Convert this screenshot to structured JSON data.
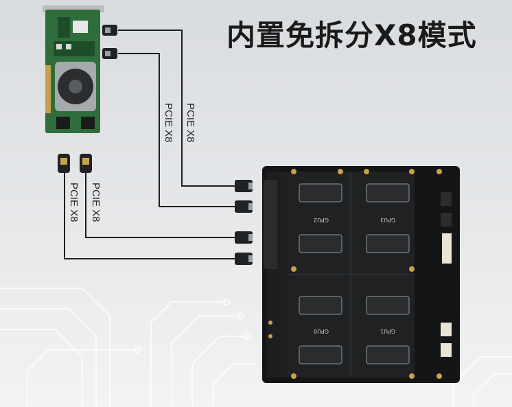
{
  "title": "内置免拆分X8模式",
  "links": [
    {
      "label": "PCIE X8"
    },
    {
      "label": "PCIE X8"
    },
    {
      "label": "PCIE X8"
    },
    {
      "label": "PCIE X8"
    }
  ],
  "board": {
    "gpu_labels": [
      "GPU2",
      "GPU3",
      "GPU0",
      "GPU1"
    ]
  },
  "colors": {
    "pcb_green": "#2f6e3c",
    "pcb_black": "#141516",
    "wire": "#1e1e1e",
    "connector_gold": "#c8a24a"
  }
}
